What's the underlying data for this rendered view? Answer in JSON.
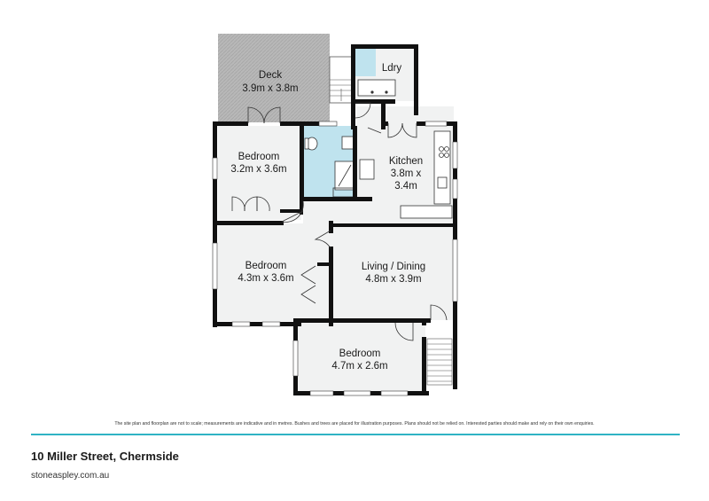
{
  "colors": {
    "wall": "#111111",
    "floor": "#f1f2f2",
    "deck": "#b4b4b4",
    "wet": "#bfe3ee",
    "accent": "#2fb3c4",
    "fixture": "#ffffff"
  },
  "rooms": {
    "deck": {
      "name": "Deck",
      "size": "3.9m x 3.8m"
    },
    "laundry": {
      "name": "Ldry"
    },
    "bedroom_1": {
      "name": "Bedroom",
      "size": "3.2m x 3.6m"
    },
    "kitchen": {
      "name": "Kitchen",
      "size_line1": "3.8m x",
      "size_line2": "3.4m"
    },
    "bedroom_2": {
      "name": "Bedroom",
      "size": "4.3m x 3.6m"
    },
    "living": {
      "name": "Living / Dining",
      "size": "4.8m x 3.9m"
    },
    "bedroom_3": {
      "name": "Bedroom",
      "size": "4.7m x 2.6m"
    }
  },
  "footer": {
    "disclaimer": "The site plan and floorplan are not to scale; measurements are indicative and in metres. Bushes and trees are placed for illustration purposes. Plans should not be relied on. Interested parties should make and rely on their own enquiries.",
    "address": "10 Miller Street, Chermside",
    "website": "stoneaspley.com.au"
  }
}
